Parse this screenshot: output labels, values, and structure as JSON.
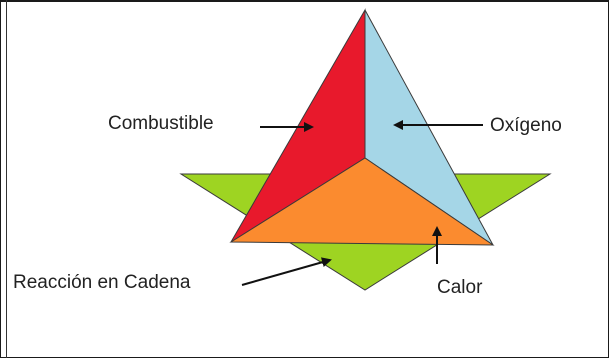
{
  "labels": {
    "fuel": "Combustible",
    "oxygen": "Oxígeno",
    "chain_reaction": "Reacción en Cadena",
    "heat": "Calor"
  },
  "colors": {
    "fuel_face": "#e8192c",
    "oxygen_face": "#a5d6e7",
    "heat_face": "#fb8b2f",
    "chain_face": "#9ed422",
    "edge": "#3a3a3a",
    "arrow": "#111111",
    "text": "#222222"
  }
}
